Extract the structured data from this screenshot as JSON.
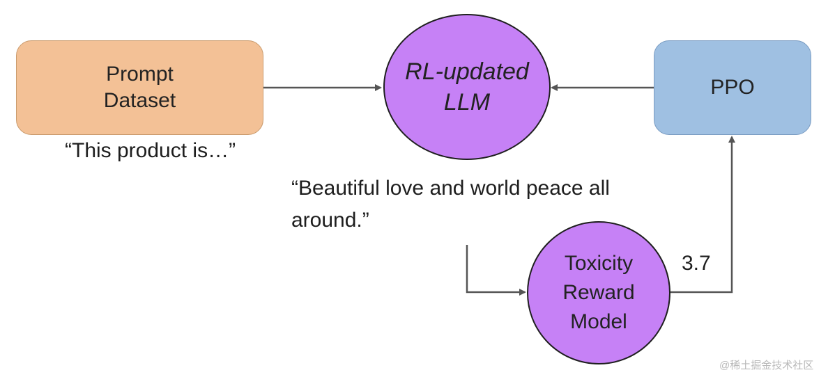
{
  "colors": {
    "prompt_box": "#f3c196",
    "prompt_border": "#c99a6c",
    "llm_circle": "#c681f6",
    "ppo_box": "#9fc0e2",
    "ppo_border": "#7a9cc2",
    "reward_circle": "#c681f6",
    "arrow": "#555555"
  },
  "nodes": {
    "prompt_dataset": {
      "line1": "Prompt",
      "line2": "Dataset"
    },
    "llm": {
      "line1": "RL-updated",
      "line2": "LLM"
    },
    "ppo": {
      "label": "PPO"
    },
    "reward_model": {
      "line1": "Toxicity",
      "line2": "Reward",
      "line3": "Model"
    }
  },
  "captions": {
    "prompt_text": "“This product is…”",
    "completion_line1": "“Beautiful love and world peace all",
    "completion_line2": "around.”"
  },
  "reward_value": "3.7",
  "watermark": "@稀土掘金技术社区"
}
